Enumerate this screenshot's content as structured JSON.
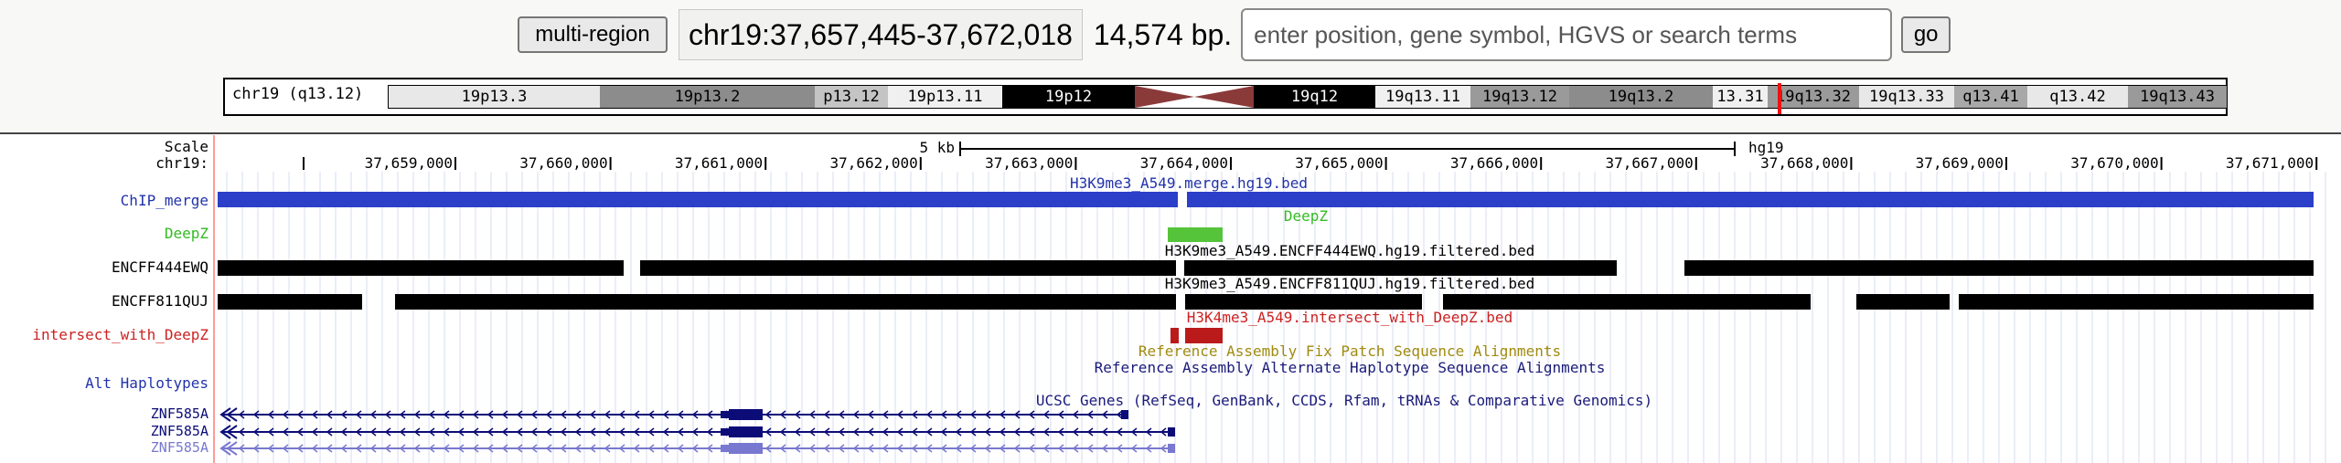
{
  "nav": {
    "multi_region_label": "multi-region",
    "position": "chr19:37,657,445-37,672,018",
    "size": "14,574 bp.",
    "search_placeholder": "enter position, gene symbol, HGVS or search terms",
    "go_label": "go"
  },
  "ideogram": {
    "label": "chr19 (q13.12)",
    "bands": [
      {
        "name": "19p13.3",
        "color": "#e8e8e8",
        "text": "#000000"
      },
      {
        "name": "19p13.2",
        "color": "#8c8c8c",
        "text": "#000000"
      },
      {
        "name": "p13.12",
        "color": "#c4c4c4",
        "text": "#000000"
      },
      {
        "name": "19p13.11",
        "color": "#f0f0f0",
        "text": "#000000"
      },
      {
        "name": "19p12",
        "color": "#000000",
        "text": "#ffffff"
      },
      {
        "name": "19q12",
        "color": "#000000",
        "text": "#ffffff"
      },
      {
        "name": "19q13.11",
        "color": "#f0f0f0",
        "text": "#000000"
      },
      {
        "name": "19q13.12",
        "color": "#9a9a9a",
        "text": "#000000"
      },
      {
        "name": "19q13.2",
        "color": "#8c8c8c",
        "text": "#000000"
      },
      {
        "name": "13.31",
        "color": "#f0f0f0",
        "text": "#000000"
      },
      {
        "name": "19q13.32",
        "color": "#9a9a9a",
        "text": "#000000"
      },
      {
        "name": "19q13.33",
        "color": "#e8e8e8",
        "text": "#000000"
      },
      {
        "name": "q13.41",
        "color": "#a8a8a8",
        "text": "#000000"
      },
      {
        "name": "q13.42",
        "color": "#e8e8e8",
        "text": "#000000"
      },
      {
        "name": "19q13.43",
        "color": "#9a9a9a",
        "text": "#000000"
      }
    ],
    "centromere_color": "#8b3a3a",
    "position_marker_color": "#ee1111"
  },
  "tracks": {
    "scale_label": "Scale",
    "chrom_label": "chr19:",
    "scale_bar_text": "5 kb",
    "assembly": "hg19",
    "ruler_ticks": [
      "37,659,000",
      "37,660,000",
      "37,661,000",
      "37,662,000",
      "37,663,000",
      "37,664,000",
      "37,665,000",
      "37,666,000",
      "37,667,000",
      "37,668,000",
      "37,669,000",
      "37,670,000",
      "37,671,000"
    ],
    "rows": [
      {
        "label": "ChIP_merge",
        "label_color": "#2233aa",
        "title": "H3K9me3_A549.merge.hg19.bed",
        "title_color": "#2233aa",
        "feature_color": "#2b3fc8"
      },
      {
        "label": "DeepZ",
        "label_color": "#33bb22",
        "title": "DeepZ",
        "title_color": "#33bb22",
        "feature_color": "#55c43a"
      },
      {
        "label": "ENCFF444EWQ",
        "label_color": "#000000",
        "title": "H3K9me3_A549.ENCFF444EWQ.hg19.filtered.bed",
        "title_color": "#000000",
        "feature_color": "#000000"
      },
      {
        "label": "ENCFF811QUJ",
        "label_color": "#000000",
        "title": "H3K9me3_A549.ENCFF811QUJ.hg19.filtered.bed",
        "title_color": "#000000",
        "feature_color": "#000000"
      },
      {
        "label": "intersect_with_DeepZ",
        "label_color": "#cc2222",
        "title": "H3K4me3_A549.intersect_with_DeepZ.bed",
        "title_color": "#cc2222",
        "feature_color": "#bb1a1a"
      }
    ],
    "fix_patch_title": "Reference Assembly Fix Patch Sequence Alignments",
    "fix_patch_color": "#a08a10",
    "alt_haplotypes_label": "Alt Haplotypes",
    "alt_haplotypes_title": "Reference Assembly Alternate Haplotype Sequence Alignments",
    "ucsc_genes_title": "UCSC Genes (RefSeq, GenBank, CCDS, Rfam, tRNAs & Comparative Genomics)",
    "genes": [
      {
        "label": "ZNF585A",
        "color": "#0c0c78"
      },
      {
        "label": "ZNF585A",
        "color": "#0c0c78"
      },
      {
        "label": "ZNF585A",
        "color": "#7878d0"
      }
    ]
  }
}
